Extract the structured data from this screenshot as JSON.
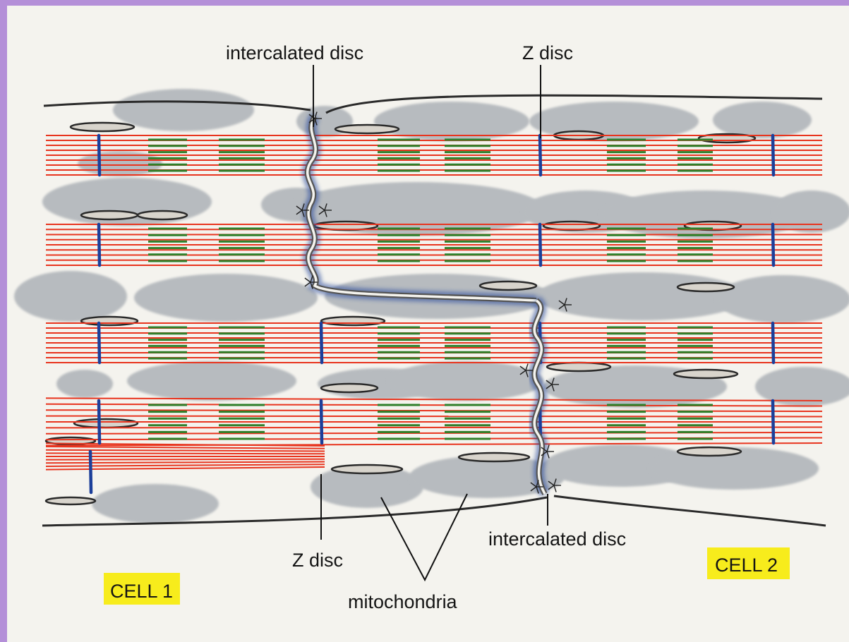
{
  "labels": {
    "intercalated_top": "intercalated disc",
    "z_disc_top": "Z disc",
    "z_disc_bottom": "Z disc",
    "intercalated_bottom": "intercalated disc",
    "mitochondria": "mitochondria",
    "cell1": "CELL 1",
    "cell2": "CELL 2"
  },
  "colors": {
    "frame": "#b48fd8",
    "paper": "#f4f3ee",
    "actin": "#e8341e",
    "myosin": "#2f7f2a",
    "z_disc": "#1c3f9a",
    "mitochondria": "#b7bbbf",
    "membrane": "#2a2a2a",
    "cell_label_bg": "#f7ec1c"
  },
  "icons": {
    "fibril_rows": "myofibril",
    "mitochondria": "mitochondrion",
    "discs": "intercalated-disc"
  }
}
